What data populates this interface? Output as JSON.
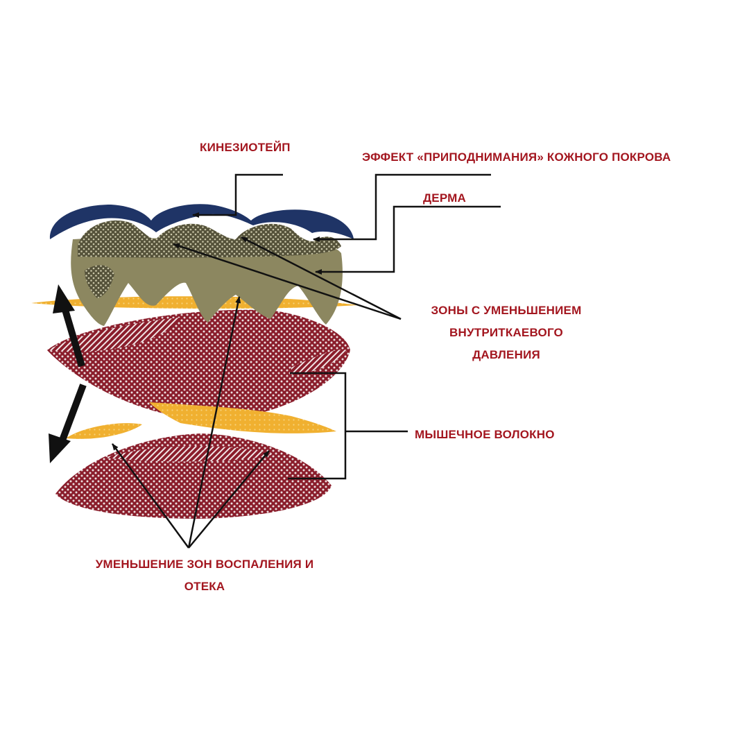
{
  "labels": {
    "kinesiotape": "КИНЕЗИОТЕЙП",
    "lift_effect": "ЭФФЕКТ «ПРИПОДНИМАНИЯ» КОЖНОГО ПОКРОВА",
    "derma": "ДЕРМА",
    "pressure_zones": [
      "ЗОНЫ С УМЕНЬШЕНИЕМ",
      "ВНУТРИТКАЕВОГО",
      "ДАВЛЕНИЯ"
    ],
    "muscle_fiber": "МЫШЕЧНОЕ ВОЛОКНО",
    "inflammation": [
      "УМЕНЬШЕНИЕ ЗОН ВОСПАЛЕНИЯ И",
      "ОТЕКА"
    ]
  },
  "colors": {
    "label_text": "#a3161f",
    "tape": "#1f3466",
    "dermis": "#8c8760",
    "skin_lifted": "#57543a",
    "muscle": "#8a1d2b",
    "fat": "#f0b030",
    "lines": "#111111"
  }
}
